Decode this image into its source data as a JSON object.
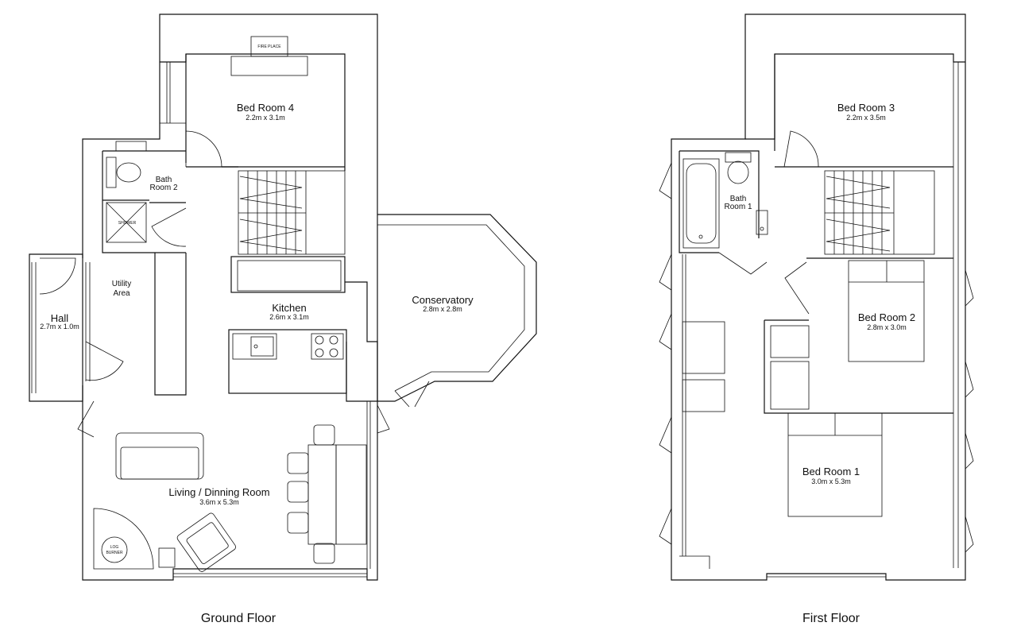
{
  "floors": {
    "ground": {
      "title": "Ground Floor",
      "rooms": {
        "bed4": {
          "name": "Bed Room 4",
          "dims": "2.2m x 3.1m"
        },
        "bath2": {
          "name_line1": "Bath",
          "name_line2": "Room 2"
        },
        "utility": {
          "name_line1": "Utility",
          "name_line2": "Area"
        },
        "hall": {
          "name": "Hall",
          "dims": "2.7m x 1.0m"
        },
        "kitchen": {
          "name": "Kitchen",
          "dims": "2.6m x 3.1m"
        },
        "conservatory": {
          "name": "Conservatory",
          "dims": "2.8m x 2.8m"
        },
        "living": {
          "name": "Living / Dinning Room",
          "dims": "3.6m x 5.3m"
        }
      },
      "fixtures": {
        "fireplace": "FIRE PLACE",
        "shower": "SHOWER",
        "log_burner_line1": "LOG",
        "log_burner_line2": "BURNER"
      }
    },
    "first": {
      "title": "First Floor",
      "rooms": {
        "bed3": {
          "name": "Bed Room 3",
          "dims": "2.2m x 3.5m"
        },
        "bath1": {
          "name_line1": "Bath",
          "name_line2": "Room 1"
        },
        "bed2": {
          "name": "Bed Room 2",
          "dims": "2.8m x 3.0m"
        },
        "bed1": {
          "name": "Bed Room 1",
          "dims": "3.0m x 5.3m"
        }
      }
    }
  }
}
